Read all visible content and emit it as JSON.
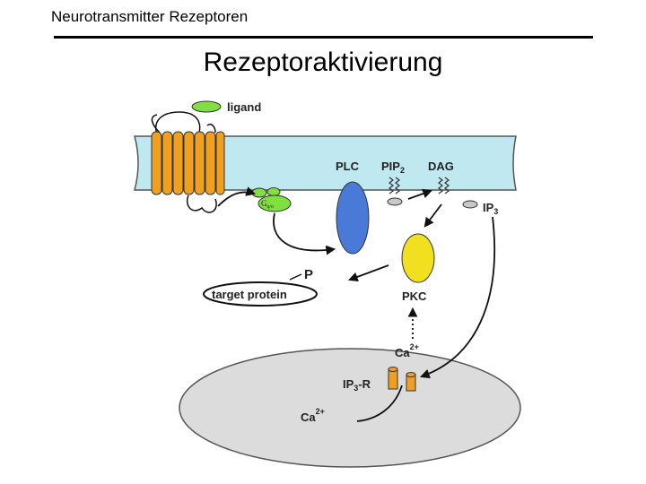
{
  "header": {
    "title": "Neurotransmitter Rezeptoren"
  },
  "slide": {
    "title": "Rezeptoraktivierung"
  },
  "diagram": {
    "labels": {
      "ligand": "ligand",
      "plc": "PLC",
      "pip2": "PIP",
      "pip2_sub": "2",
      "dag": "DAG",
      "ip3": "IP",
      "ip3_sub": "3",
      "gq": "G",
      "gq_sub": "q/o",
      "p": "P",
      "target_protein": "target protein",
      "pkc": "PKC",
      "ca_cyto": "Ca",
      "ca_cyto_sup": "2+",
      "ip3r": "IP",
      "ip3r_sub": "3",
      "ip3r_suffix": "-R",
      "ca_er": "Ca",
      "ca_er_sup": "2+"
    },
    "colors": {
      "membrane": "#bfe8f0",
      "receptor": "#f0a020",
      "ligand": "#80e040",
      "g_protein": "#80e040",
      "plc": "#4a7ad8",
      "pkc": "#f0e020",
      "er": "#dcdcdc",
      "channel": "#f0a020",
      "molecule": "#c8c8c8"
    }
  }
}
